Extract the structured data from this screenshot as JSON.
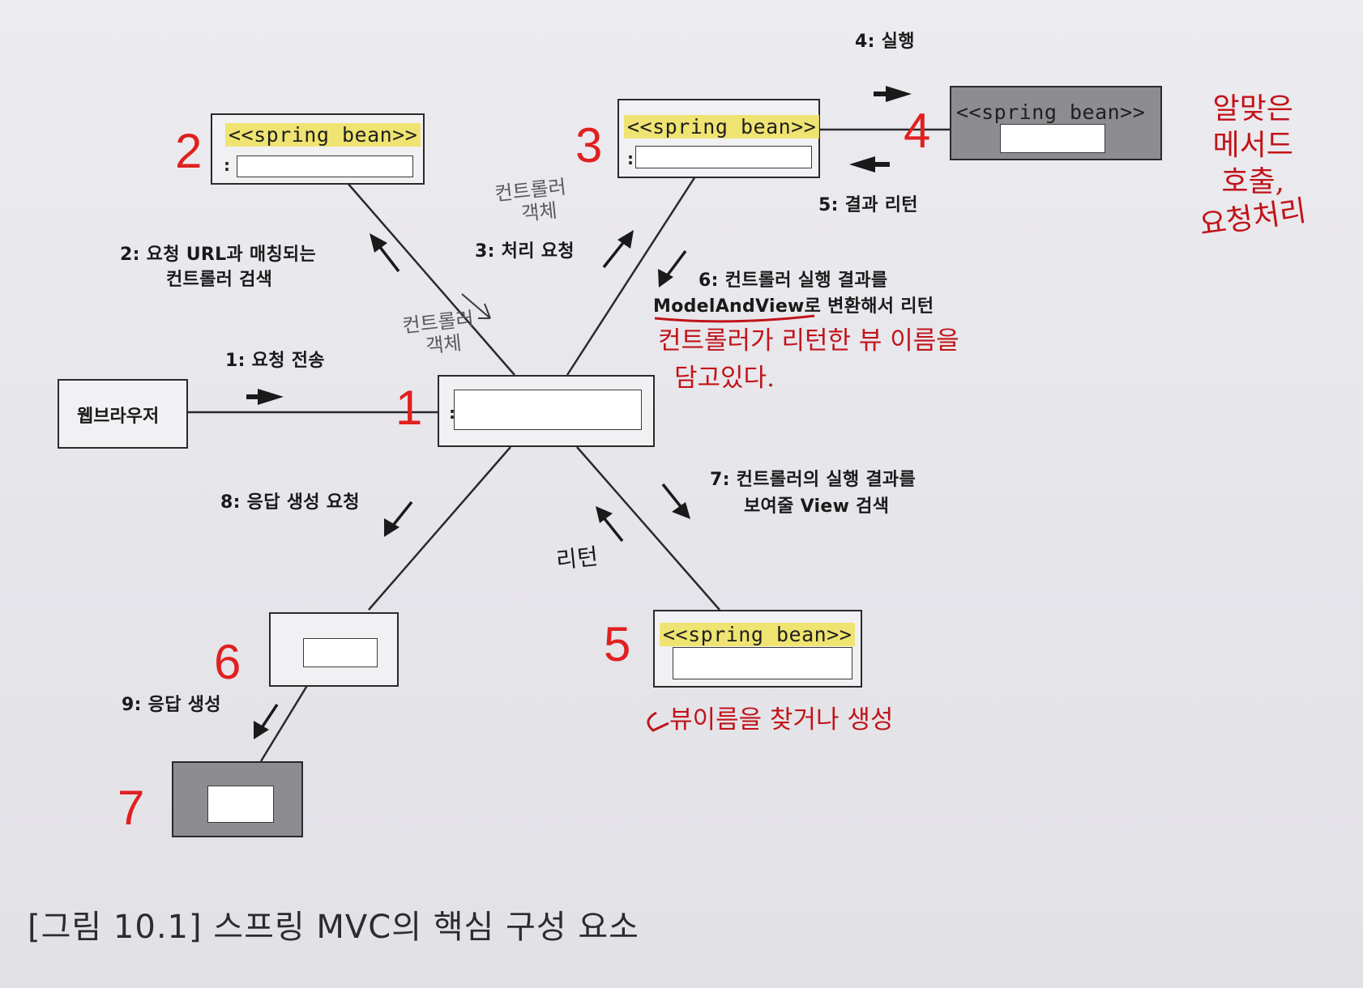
{
  "components": {
    "stereotype": "<<spring bean>>",
    "web_browser": "웹브라우저",
    "colon": ":"
  },
  "numbers": [
    "1",
    "2",
    "3",
    "4",
    "5",
    "6",
    "7"
  ],
  "steps": {
    "s1": "1: 요청 전송",
    "s2_line1": "2: 요청 URL과 매칭되는",
    "s2_line2": "컨트롤러 검색",
    "s3": "3: 처리 요청",
    "s4": "4: 실행",
    "s5": "5: 결과 리턴",
    "s6_line1": "6: 컨트롤러 실행 결과를",
    "s6_line2": "ModelAndView로 변환해서 리턴",
    "s7_line1": "7: 컨트롤러의 실행 결과를",
    "s7_line2": "보여줄 View 검색",
    "s8": "8: 응답 생성 요청",
    "s9": "9: 응답 생성",
    "return_label": "리턴"
  },
  "handwritten": {
    "top_right_lines": [
      "알맞은",
      "메서드",
      "호출,",
      "요청처리"
    ],
    "controller_obj_a_line1": "컨트롤러",
    "controller_obj_a_line2": "객체",
    "controller_obj_b_line1": "컨트롤러",
    "controller_obj_b_line2": "객체",
    "view_name_line1": "컨트롤러가 리턴한 뷰 이름을",
    "view_name_line2": "담고있다.",
    "find_view": "뷰이름을 찾거나 생성"
  },
  "caption": "[그림 10.1] 스프링 MVC의 핵심 구성 요소",
  "colors": {
    "red_number": "#e02020",
    "red_ink": "#c0141a",
    "highlight": "#eee25a",
    "dark_box": "#8d8c90",
    "box_border": "#2a2a2a"
  }
}
